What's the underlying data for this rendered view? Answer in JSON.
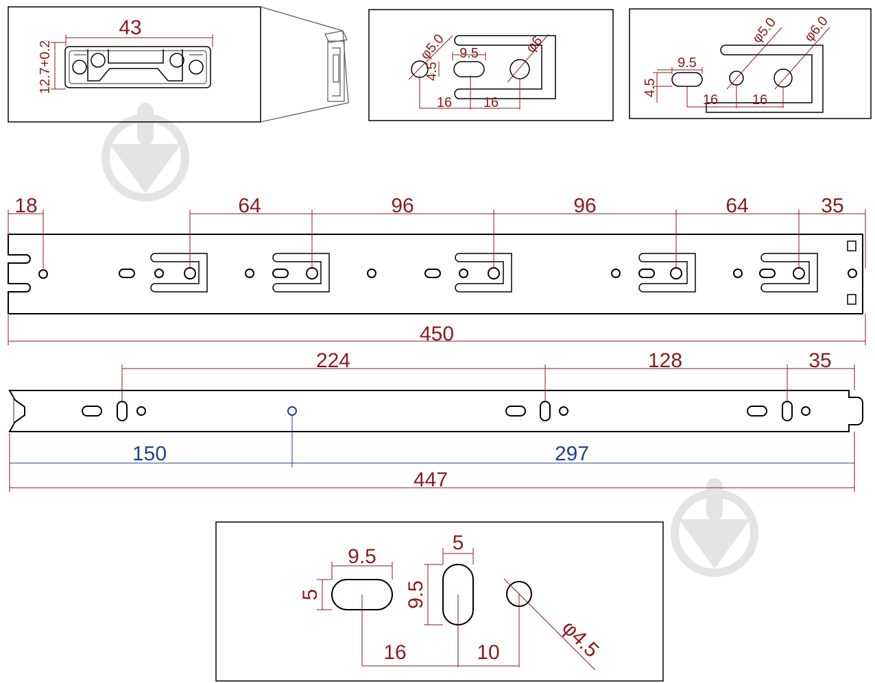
{
  "colors": {
    "dimension": "#8b1a1a",
    "position": "#1f3f8f",
    "outline": "#000000",
    "watermark": "#e4e4e4"
  },
  "icons": [
    "watermark-logo-icon"
  ],
  "profile_view": {
    "width": "43",
    "height": "12.7+0.2"
  },
  "slot_detail_a": {
    "hole_dia": "φ5.0",
    "hole_dia2": "φ6",
    "slot_length": "9.5",
    "slot_width": "4.5",
    "spacing_1": "16",
    "spacing_2": "16"
  },
  "slot_detail_b": {
    "hole_dia": "φ5.0",
    "hole_dia2": "φ6.0",
    "slot_length": "9.5",
    "slot_width": "4.5",
    "spacing_1": "16",
    "spacing_2": "16"
  },
  "drawer_rail": {
    "spacings": [
      "18",
      "64",
      "96",
      "96",
      "64",
      "35"
    ],
    "total_length": "450"
  },
  "cabinet_rail": {
    "spacings": [
      "224",
      "128",
      "35"
    ],
    "position_left": "150",
    "position_right": "297",
    "total_length": "447"
  },
  "hole_detail": {
    "h_slot_length": "9.5",
    "h_slot_width": "5",
    "v_slot_width": "5",
    "v_slot_length": "9.5",
    "hole_dia": "φ4.5",
    "spacing_1": "16",
    "spacing_2": "10"
  }
}
